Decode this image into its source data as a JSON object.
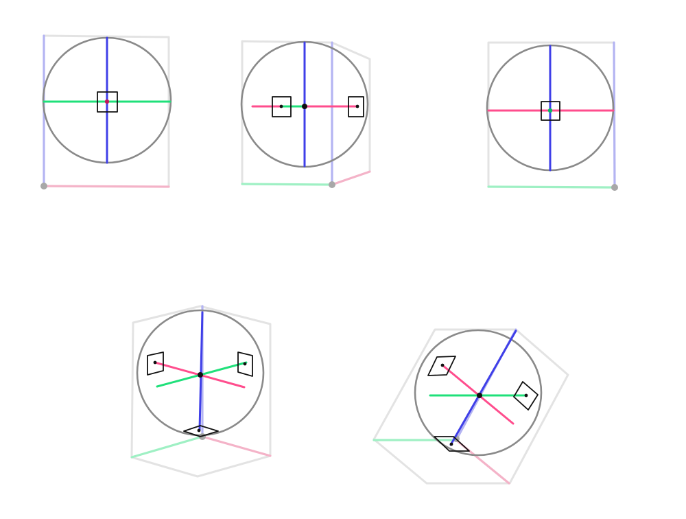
{
  "colors": {
    "background": "#ffffff",
    "x_axis": "#ff4d8d",
    "y_axis": "#1fe07a",
    "z_axis": "#3f3fe8",
    "x_axis_faint": "#f4b3c8",
    "y_axis_faint": "#9ff0c4",
    "z_axis_faint": "#b4b4f2",
    "sphere_outline": "#8a8a8a",
    "box_outline": "#e3e3e3",
    "marker": "#111111",
    "origin_dot": "#a8a8a8"
  },
  "icons": {
    "views": [
      "front-view-diagram",
      "side-view-diagram",
      "right-view-diagram",
      "isometric-view-diagram",
      "dimetric-view-diagram"
    ],
    "marker": "square-marker-icon",
    "origin": "origin-dot-icon"
  }
}
